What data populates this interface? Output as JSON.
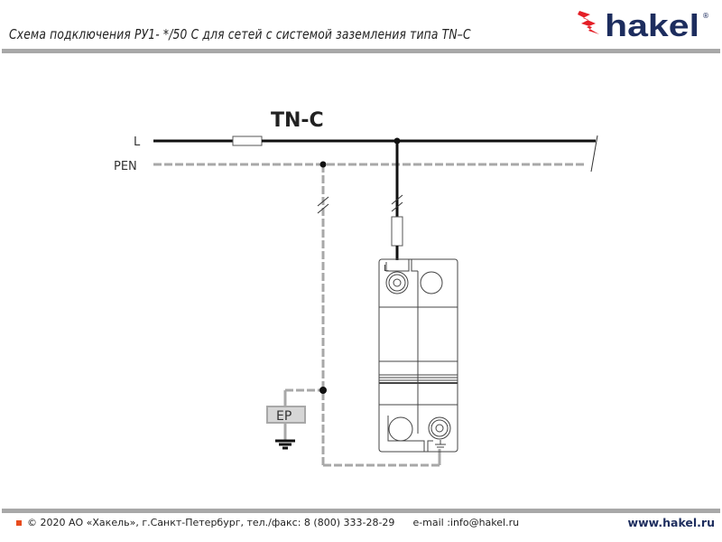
{
  "header": {
    "title": "Схема подключения РУ1- */50 С для сетей с системой заземления типа TN–C",
    "logo_text": "hakel",
    "logo_mark": "®"
  },
  "diagram": {
    "system_label": "TN-C",
    "line_l": "L",
    "line_pen": "PEN",
    "ep_label": "EP",
    "device_terminal_l": "L"
  },
  "footer": {
    "copyright": "© 2020 АО «Хакель», г.Санкт-Петербург, тел./факс: 8 (800) 333-28-29",
    "email": "e-mail :info@hakel.ru",
    "website": "www.hakel.ru"
  },
  "colors": {
    "accent": "#e84c1e",
    "brand": "#1d2d5e",
    "pen": "#a8a8a8"
  }
}
